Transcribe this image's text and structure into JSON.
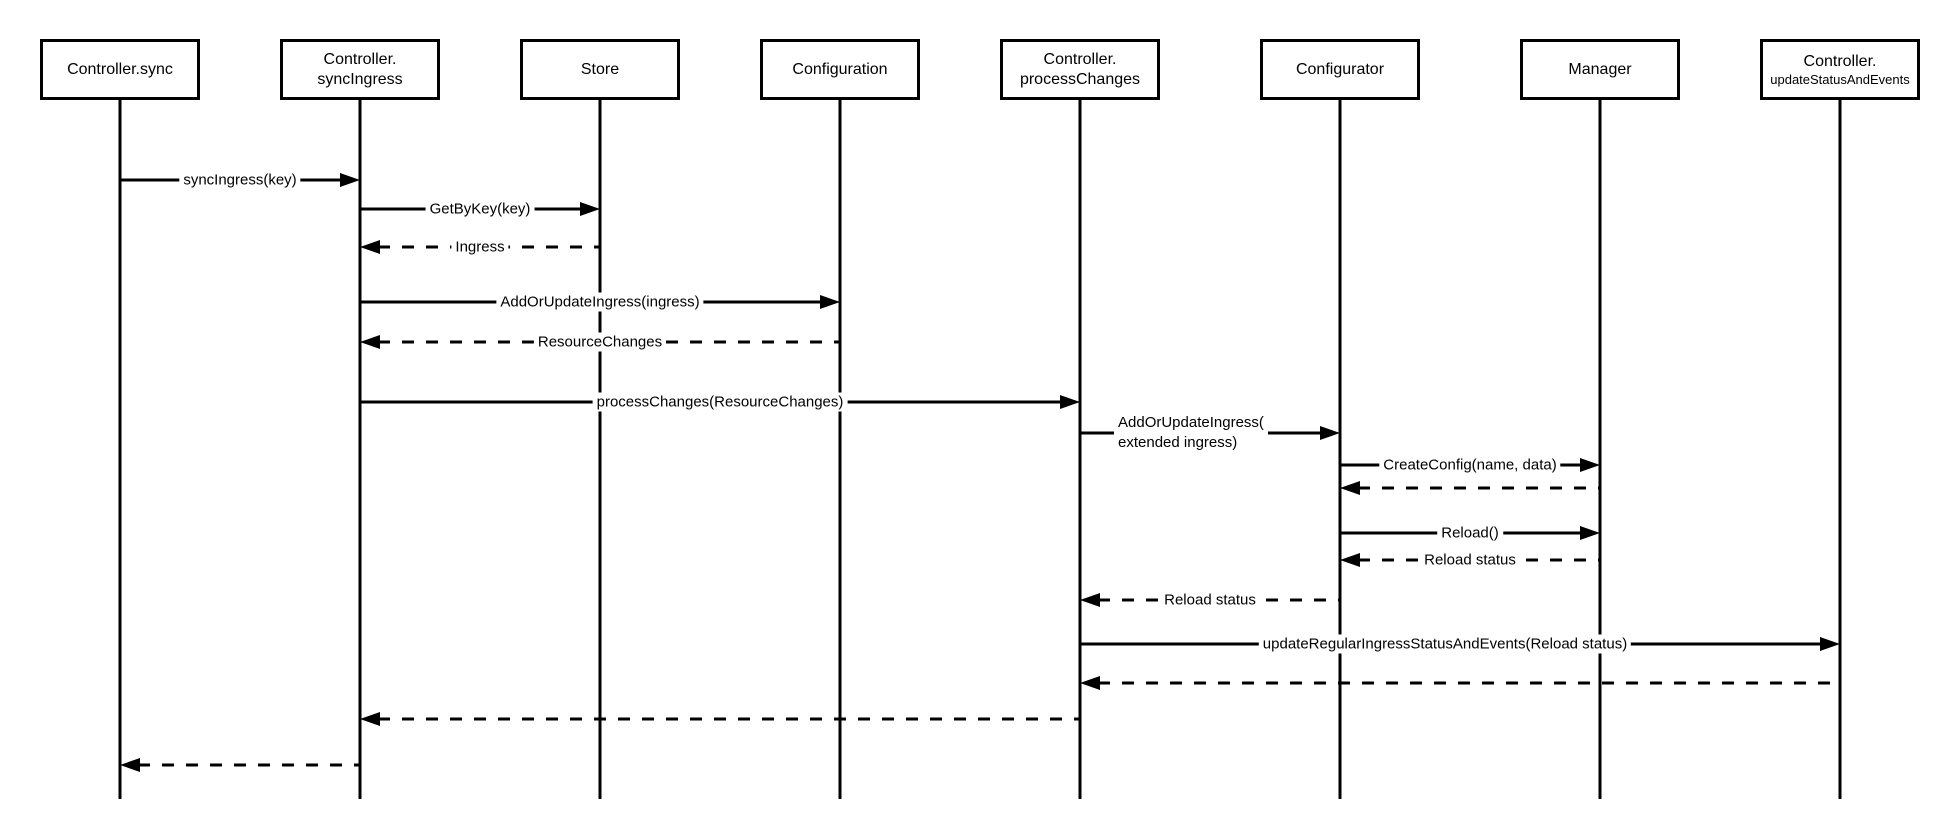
{
  "diagram": {
    "kind": "uml-sequence-diagram",
    "colors": {
      "stroke": "#000000",
      "background": "#ffffff"
    },
    "participants": [
      {
        "name": "Controller.sync",
        "line1": "Controller.sync"
      },
      {
        "name": "Controller.syncIngress",
        "line1": "Controller.",
        "line2": "syncIngress"
      },
      {
        "name": "Store",
        "line1": "Store"
      },
      {
        "name": "Configuration",
        "line1": "Configuration"
      },
      {
        "name": "Controller.processChanges",
        "line1": "Controller.",
        "line2": "processChanges"
      },
      {
        "name": "Configurator",
        "line1": "Configurator"
      },
      {
        "name": "Manager",
        "line1": "Manager"
      },
      {
        "name": "Controller.updateStatusAndEvents",
        "line1": "Controller.",
        "line2": "updateStatusAndEvents"
      }
    ],
    "messages": [
      {
        "from": "Controller.sync",
        "to": "Controller.syncIngress",
        "type": "solid",
        "label": "syncIngress(key)"
      },
      {
        "from": "Controller.syncIngress",
        "to": "Store",
        "type": "solid",
        "label": "GetByKey(key)"
      },
      {
        "from": "Store",
        "to": "Controller.syncIngress",
        "type": "dashed",
        "label": "Ingress"
      },
      {
        "from": "Controller.syncIngress",
        "to": "Configuration",
        "type": "solid",
        "label": "AddOrUpdateIngress(ingress)"
      },
      {
        "from": "Configuration",
        "to": "Controller.syncIngress",
        "type": "dashed",
        "label": "ResourceChanges"
      },
      {
        "from": "Controller.syncIngress",
        "to": "Controller.processChanges",
        "type": "solid",
        "label": "processChanges(ResourceChanges)"
      },
      {
        "from": "Controller.processChanges",
        "to": "Configurator",
        "type": "solid",
        "label": "AddOrUpdateIngress( extended ingress)",
        "label_line1": "AddOrUpdateIngress(",
        "label_line2": "extended ingress)"
      },
      {
        "from": "Configurator",
        "to": "Manager",
        "type": "solid",
        "label": "CreateConfig(name, data)"
      },
      {
        "from": "Manager",
        "to": "Configurator",
        "type": "dashed",
        "label": ""
      },
      {
        "from": "Configurator",
        "to": "Manager",
        "type": "solid",
        "label": "Reload()"
      },
      {
        "from": "Manager",
        "to": "Configurator",
        "type": "dashed",
        "label": "Reload status"
      },
      {
        "from": "Configurator",
        "to": "Controller.processChanges",
        "type": "dashed",
        "label": "Reload status"
      },
      {
        "from": "Controller.processChanges",
        "to": "Controller.updateStatusAndEvents",
        "type": "solid",
        "label": "updateRegularIngressStatusAndEvents(Reload status)"
      },
      {
        "from": "Controller.updateStatusAndEvents",
        "to": "Controller.processChanges",
        "type": "dashed",
        "label": ""
      },
      {
        "from": "Controller.processChanges",
        "to": "Controller.syncIngress",
        "type": "dashed",
        "label": ""
      },
      {
        "from": "Controller.syncIngress",
        "to": "Controller.sync",
        "type": "dashed",
        "label": ""
      }
    ]
  }
}
